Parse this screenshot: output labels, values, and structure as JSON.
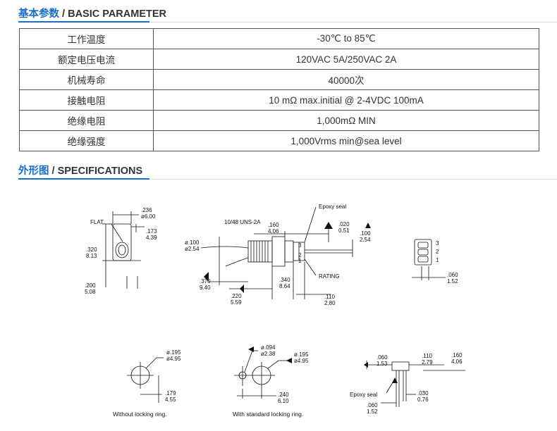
{
  "basic": {
    "title_cn": "基本参数",
    "separator": "/",
    "title_en": "BASIC PARAMETER",
    "rows": [
      {
        "label": "工作温度",
        "value": "-30℃ to 85℃"
      },
      {
        "label": "额定电压电流",
        "value": "120VAC 5A/250VAC 2A"
      },
      {
        "label": "机械寿命",
        "value": "40000次"
      },
      {
        "label": "接触电阻",
        "value": "10 mΩ max.initial @ 2-4VDC 100mA"
      },
      {
        "label": "绝缘电阻",
        "value": "1,000mΩ MIN"
      },
      {
        "label": "绝缘强度",
        "value": "1,000Vrms min@sea level"
      }
    ]
  },
  "specs": {
    "title_cn": "外形图",
    "separator": "/",
    "title_en": "SPECIFICATIONS",
    "front": {
      "flat": "FLAT",
      "d1": ".236",
      "d1b": "ø6.00",
      "d2": ".173",
      "d2b": "4.39",
      "d3": ".320",
      "d3b": "8.13",
      "d4": ".200",
      "d4b": "5.08"
    },
    "side": {
      "thread": "10/48 UNS-2A",
      "dia": "ø.100",
      "diab": "ø2.54",
      "a1": ".160",
      "a1b": "4.06",
      "a2": ".020",
      "a2b": "0.51",
      "a3": ".100",
      "a3b": "2.54",
      "epoxy": "Epoxy seal",
      "rating": "RATING",
      "b1": ".370",
      "b1b": "9.40",
      "b2": ".220",
      "b2b": "5.59",
      "b3": ".340",
      "b3b": "8.64",
      "b4": ".110",
      "b4b": "2.80",
      "pin1": "1",
      "pin2": "2",
      "pin3": "3"
    },
    "terminals": {
      "p3": "3",
      "p2": "2",
      "p1": "1",
      "d": ".060",
      "db": "1.52"
    },
    "panel1": {
      "d": "ø.195",
      "db": "ø4.95",
      "h": ".179",
      "hb": "4.55",
      "caption": "Without locking ring."
    },
    "panel2": {
      "d1": "ø.094",
      "d1b": "ø2.38",
      "d2": "ø.195",
      "d2b": "ø4.95",
      "h": ".240",
      "hb": "6.10",
      "caption": "With standard locking ring."
    },
    "pcb": {
      "a": ".060",
      "ab": "1.53",
      "b": ".110",
      "bb": "2.79",
      "c": ".160",
      "cb": "4.06",
      "epoxy": "Epoxy seal",
      "d": ".030",
      "db": "0.76",
      "e": ".060",
      "eb": "1.52"
    }
  }
}
